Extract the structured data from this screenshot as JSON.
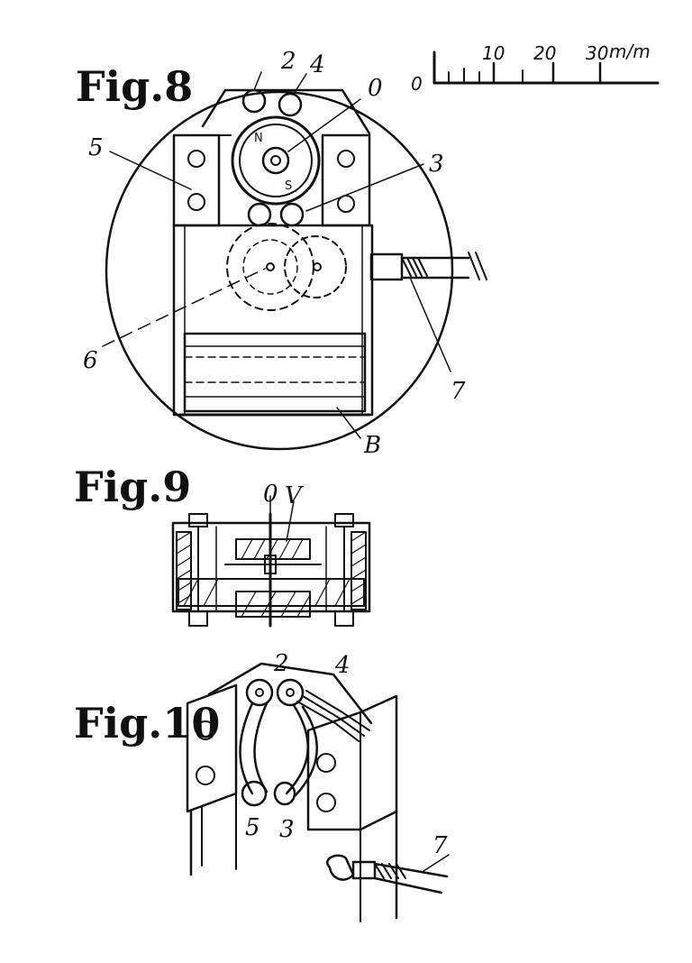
{
  "scale_bar": {
    "zero_label": "0",
    "ticks": [
      "10",
      "20",
      "30"
    ],
    "unit": "m/m"
  },
  "fig8": {
    "title": "Fig.8",
    "labels": {
      "l2": "2",
      "l4": "4",
      "l0": "0",
      "l5": "5",
      "l3": "3",
      "l6": "6",
      "l7": "7",
      "lB": "B"
    },
    "hub_letters": [
      "N",
      "S"
    ]
  },
  "fig9": {
    "title": "Fig.9",
    "labels": {
      "l0": "0",
      "lV": "V"
    }
  },
  "fig10": {
    "title": "Fig.10",
    "labels": {
      "l2": "2",
      "l4": "4",
      "l5": "5",
      "l3": "3",
      "l7": "7"
    }
  },
  "colors": {
    "ink": "#111111",
    "paper": "#ffffff"
  }
}
